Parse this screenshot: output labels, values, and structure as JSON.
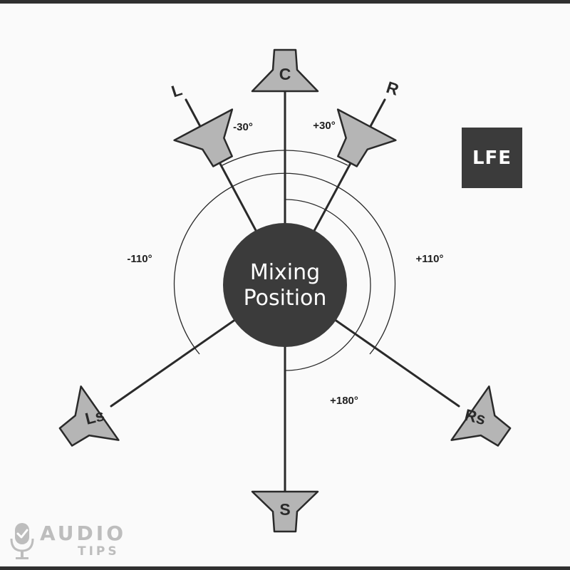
{
  "center": {
    "line1": "Mixing",
    "line2": "Position"
  },
  "lfe": {
    "label": "LFE"
  },
  "speakers": {
    "c": {
      "label": "C"
    },
    "l": {
      "label": "L"
    },
    "r": {
      "label": "R"
    },
    "ls": {
      "label": "Ls"
    },
    "rs": {
      "label": "Rs"
    },
    "s": {
      "label": "S"
    }
  },
  "angles": {
    "minus30": "-30°",
    "plus30": "+30°",
    "minus110": "-110°",
    "plus110": "+110°",
    "plus180": "+180°"
  },
  "logo": {
    "word1": "AUDIO",
    "word2": "TIPS"
  },
  "colors": {
    "speaker_fill": "#b5b5b5",
    "dark": "#3b3b3b",
    "logo_gray": "#bdbdbd"
  }
}
